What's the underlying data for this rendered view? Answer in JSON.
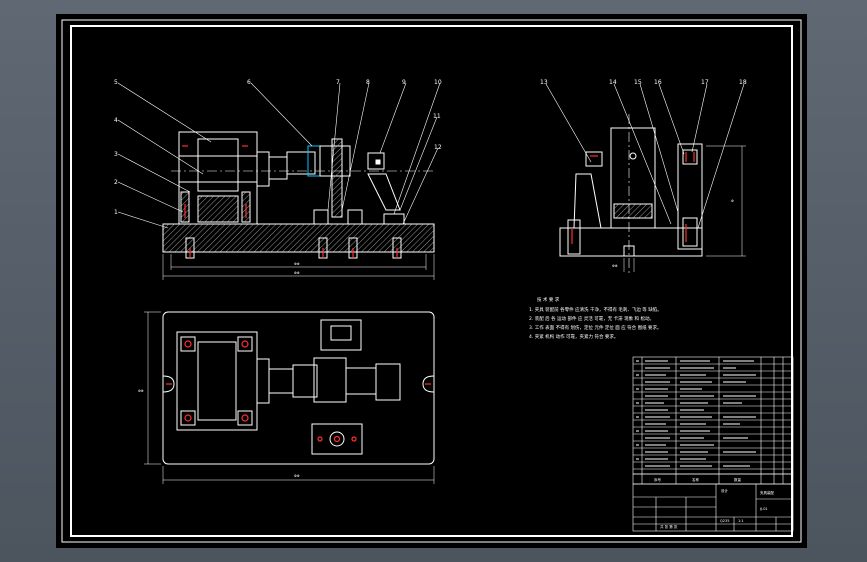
{
  "callouts": {
    "front": [
      "1",
      "2",
      "3",
      "4",
      "5",
      "6",
      "7",
      "8",
      "9",
      "10",
      "11",
      "12"
    ],
    "side": [
      "13",
      "14",
      "15",
      "16",
      "17",
      "18"
    ]
  },
  "dims": {
    "front_inner": "ΦΦ",
    "front_overall": "ΦΦ",
    "side_height": "Φ",
    "side_small": "ΦΦ",
    "plan_width": "ΦΦ",
    "plan_height": "ΦΦ"
  },
  "notes": {
    "title": "技 术 要 求",
    "lines": [
      "1. 夹具 装配前 各零件 应清洗 干净，不得有 毛刺、飞边 等 缺陷。",
      "2. 装配 后 各 运动 部件 应 灵活 可靠，无 卡滞 现象 和 松动。",
      "3. 工作 表面 不得有 划伤，定位 元件 定位 面 应 符合 图纸 要求。",
      "4. 夹紧 机构 动作 可靠，夹紧力 符合 要求。"
    ]
  },
  "table": {
    "header_seq": "序号",
    "header_name": "名称",
    "header_qty": "数量"
  },
  "title_block": {
    "part_name": "夹具装配",
    "drawing_no": "JJ-01",
    "scale": "1:1",
    "material": "Q235",
    "company": "设计",
    "sheet": "共 张 第 张"
  },
  "colors": {
    "line": "#ffffff",
    "hidden": "#00c8ff",
    "accent": "#ff3030",
    "hatch": "#cccccc",
    "frame": "#000000"
  }
}
